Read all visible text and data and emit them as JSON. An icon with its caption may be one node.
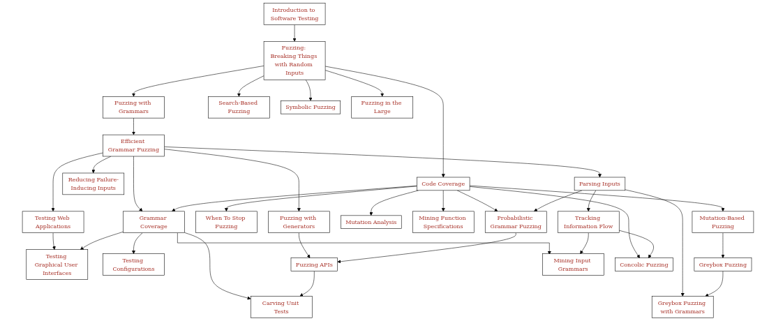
{
  "diagram": {
    "nodes": [
      {
        "text": [
          "Introduction to Software Testing"
        ]
      },
      {
        "text": [
          "Fuzzing: Breaking Things with Random Inputs"
        ]
      },
      {
        "text": [
          "Fuzzing with Grammars"
        ]
      },
      {
        "text": [
          "Search-Based Fuzzing"
        ]
      },
      {
        "text": [
          "Symbolic Fuzzing"
        ]
      },
      {
        "text": [
          "Fuzzing in the Large"
        ]
      },
      {
        "text": [
          "Efficient Grammar Fuzzing"
        ]
      },
      {
        "text": [
          "Code Coverage"
        ]
      },
      {
        "text": [
          "Reducing Failure-Inducing Inputs"
        ]
      },
      {
        "text": [
          "Parsing Inputs"
        ]
      },
      {
        "text": [
          "Testing Web Applications"
        ]
      },
      {
        "text": [
          "Grammar Coverage"
        ]
      },
      {
        "text": [
          "When To Stop Fuzzing"
        ]
      },
      {
        "text": [
          "Mutation-Based Fuzzing"
        ]
      },
      {
        "text": [
          "Mutation Analysis"
        ]
      },
      {
        "text": [
          "Mining Function Specifications"
        ]
      },
      {
        "text": [
          "Fuzzing with Generators"
        ]
      },
      {
        "text": [
          "Probabilistic Grammar Fuzzing"
        ]
      },
      {
        "text": [
          "Tracking Information Flow"
        ]
      },
      {
        "text": [
          "Testing Graphical User Interfaces"
        ]
      },
      {
        "text": [
          "Testing Configurations"
        ]
      },
      {
        "text": [
          "Greybox Fuzzing"
        ]
      },
      {
        "text": [
          "Fuzzing APIs"
        ]
      },
      {
        "text": [
          "Mining Input Grammars"
        ]
      },
      {
        "text": [
          "Concolic Fuzzing"
        ]
      },
      {
        "text": [
          "Greybox Fuzzing with Grammars"
        ]
      },
      {
        "text": [
          "Carving Unit Tests"
        ]
      }
    ],
    "edges": [
      {
        "from": 0,
        "to": 1,
        "arrow": "to"
      },
      {
        "from": 1,
        "to": 2,
        "arrow": "to"
      },
      {
        "from": 1,
        "to": 3,
        "arrow": "to"
      },
      {
        "from": 1,
        "to": 4,
        "arrow": "to"
      },
      {
        "from": 1,
        "to": 5,
        "arrow": "to"
      },
      {
        "from": 1,
        "to": 7,
        "arrow": "to"
      },
      {
        "from": 2,
        "to": 6,
        "arrow": "to"
      },
      {
        "from": 6,
        "to": 8,
        "arrow": "to"
      },
      {
        "from": 6,
        "to": 16,
        "arrow": "to"
      },
      {
        "from": 6,
        "to": 9,
        "arrow": "to"
      },
      {
        "from": 6,
        "to": 10,
        "arrow": "to"
      },
      {
        "from": 6,
        "to": 11,
        "arrow": "to"
      },
      {
        "from": 7,
        "to": 17,
        "arrow": "to"
      },
      {
        "from": 7,
        "to": 11,
        "arrow": "to"
      },
      {
        "from": 7,
        "to": 12,
        "arrow": "to"
      },
      {
        "from": 7,
        "to": 24,
        "arrow": "to"
      },
      {
        "from": 7,
        "to": 13,
        "arrow": "to"
      },
      {
        "from": 7,
        "to": 14,
        "arrow": "to"
      },
      {
        "from": 7,
        "to": 15,
        "arrow": "to"
      },
      {
        "from": 9,
        "to": 17,
        "arrow": "to"
      },
      {
        "from": 9,
        "to": 18,
        "arrow": "to"
      },
      {
        "from": 9,
        "to": 25,
        "arrow": "to"
      },
      {
        "from": 10,
        "to": 19,
        "arrow": "to"
      },
      {
        "from": 11,
        "to": 19,
        "arrow": "to"
      },
      {
        "from": 11,
        "to": 23,
        "arrow": "to"
      },
      {
        "from": 11,
        "to": 20,
        "arrow": "to"
      },
      {
        "from": 11,
        "to": 26,
        "arrow": "to"
      },
      {
        "from": 13,
        "to": 21,
        "arrow": "to"
      },
      {
        "from": 16,
        "to": 22,
        "arrow": "to"
      },
      {
        "from": 17,
        "to": 22,
        "arrow": "to"
      },
      {
        "from": 18,
        "to": 23,
        "arrow": "to"
      },
      {
        "from": 18,
        "to": 24,
        "arrow": "to"
      },
      {
        "from": 21,
        "to": 25,
        "arrow": "to"
      },
      {
        "from": 22,
        "to": 26,
        "arrow": "to"
      }
    ]
  }
}
